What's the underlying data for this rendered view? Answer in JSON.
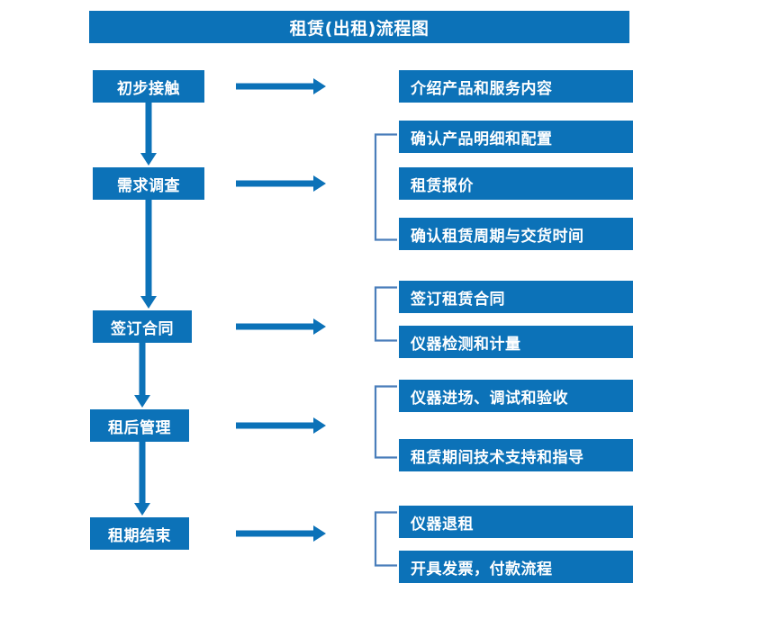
{
  "diagram": {
    "title": "租赁(出租)流程图",
    "accent_color": "#0C72B8",
    "bracket_color": "#4A7EBB",
    "text_color": "#FFFFFF",
    "background_color": "#FFFFFF",
    "type": "flowchart",
    "stages": [
      {
        "id": "stage-1",
        "label": "初步接触"
      },
      {
        "id": "stage-2",
        "label": "需求调查"
      },
      {
        "id": "stage-3",
        "label": "签订合同"
      },
      {
        "id": "stage-4",
        "label": "租后管理"
      },
      {
        "id": "stage-5",
        "label": "租期结束"
      }
    ],
    "details": [
      {
        "id": "detail-1",
        "label": "介绍产品和服务内容"
      },
      {
        "id": "detail-2",
        "label": "确认产品明细和配置"
      },
      {
        "id": "detail-3",
        "label": "租赁报价"
      },
      {
        "id": "detail-4",
        "label": "确认租赁周期与交货时间"
      },
      {
        "id": "detail-5",
        "label": "签订租赁合同"
      },
      {
        "id": "detail-6",
        "label": "仪器检测和计量"
      },
      {
        "id": "detail-7",
        "label": "仪器进场、调试和验收"
      },
      {
        "id": "detail-8",
        "label": "租赁期间技术支持和指导"
      },
      {
        "id": "detail-9",
        "label": "仪器退租"
      },
      {
        "id": "detail-10",
        "label": "开具发票，付款流程"
      }
    ]
  }
}
